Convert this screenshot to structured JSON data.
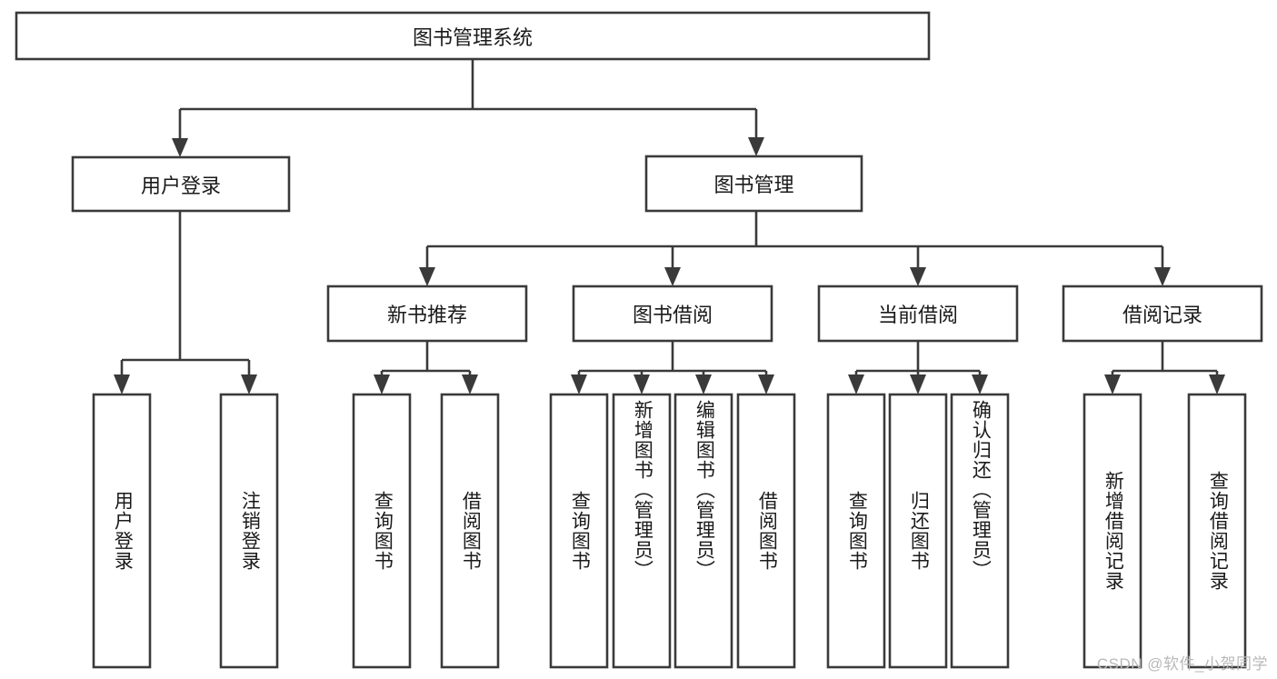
{
  "diagram": {
    "title": "图书管理系统",
    "type": "tree",
    "root": {
      "label": "图书管理系统"
    },
    "level1": [
      {
        "label": "用户登录"
      },
      {
        "label": "图书管理"
      }
    ],
    "level2": [
      {
        "label": "新书推荐"
      },
      {
        "label": "图书借阅"
      },
      {
        "label": "当前借阅"
      },
      {
        "label": "借阅记录"
      }
    ],
    "leaves": {
      "user_login": [
        {
          "label": "用户登录"
        },
        {
          "label": "注销登录"
        }
      ],
      "new_book_recommend": [
        {
          "label": "查询图书"
        },
        {
          "label": "借阅图书"
        }
      ],
      "book_borrow": [
        {
          "label": "查询图书"
        },
        {
          "label": "新增图书（管理员）"
        },
        {
          "label": "编辑图书（管理员）"
        },
        {
          "label": "借阅图书"
        }
      ],
      "current_borrow": [
        {
          "label": "查询图书"
        },
        {
          "label": "归还图书"
        },
        {
          "label": "确认归还（管理员）"
        }
      ],
      "borrow_record": [
        {
          "label": "新增借阅记录"
        },
        {
          "label": "查询借阅记录"
        }
      ]
    }
  },
  "watermark": {
    "text": "CSDN @软件_小贺同学"
  },
  "colors": {
    "stroke": "#3a3a3a",
    "fill": "#ffffff",
    "text": "#1a1a1a",
    "watermark": "#b9b9b9"
  }
}
